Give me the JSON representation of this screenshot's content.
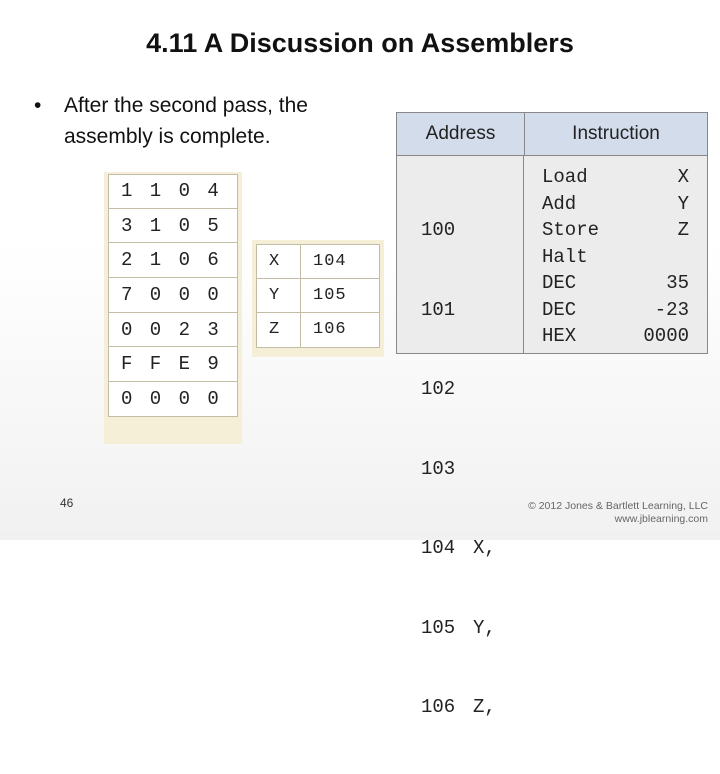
{
  "slide": {
    "title": "4.11 A Discussion on Assemblers",
    "bullet_marker": "•",
    "bullet_text": "After the second pass, the assembly is complete.",
    "page_number": "46",
    "copyright_line1": "© 2012 Jones & Bartlett Learning, LLC",
    "copyright_line2": "www.jblearning.com"
  },
  "memory": [
    "1 1 0 4",
    "3 1 0 5",
    "2 1 0 6",
    "7 0 0 0",
    "0 0 2 3",
    "F F E 9",
    "0 0 0 0"
  ],
  "symbol_table": [
    {
      "name": "X",
      "address": "104"
    },
    {
      "name": "Y",
      "address": "105"
    },
    {
      "name": "Z",
      "address": "106"
    }
  ],
  "program": {
    "header_address": "Address",
    "header_instruction": "Instruction",
    "rows": [
      {
        "address": "100",
        "label": "",
        "op": "Load",
        "operand": "X"
      },
      {
        "address": "101",
        "label": "",
        "op": "Add",
        "operand": "Y"
      },
      {
        "address": "102",
        "label": "",
        "op": "Store",
        "operand": "Z"
      },
      {
        "address": "103",
        "label": "",
        "op": "Halt",
        "operand": ""
      },
      {
        "address": "104",
        "label": "X,",
        "op": "DEC",
        "operand": "35"
      },
      {
        "address": "105",
        "label": "Y,",
        "op": "DEC",
        "operand": "-23"
      },
      {
        "address": "106",
        "label": "Z,",
        "op": "HEX",
        "operand": "0000"
      }
    ]
  }
}
